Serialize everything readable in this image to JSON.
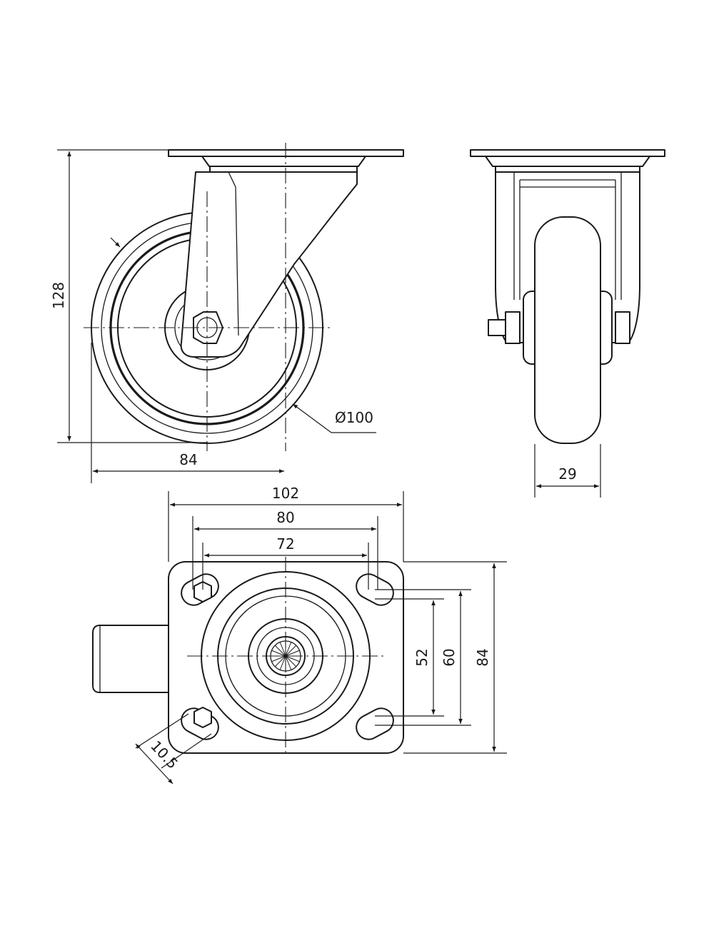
{
  "dimensions": {
    "height": "128",
    "offset": "84",
    "wheel_diameter": "Ø100",
    "wheel_width": "29",
    "plate_width": "102",
    "hole_spacing_outer": "80",
    "hole_spacing_inner": "72",
    "hole_spacing_vertical_inner": "52",
    "hole_spacing_vertical_outer": "60",
    "plate_height": "84",
    "slot_width": "10.5"
  }
}
